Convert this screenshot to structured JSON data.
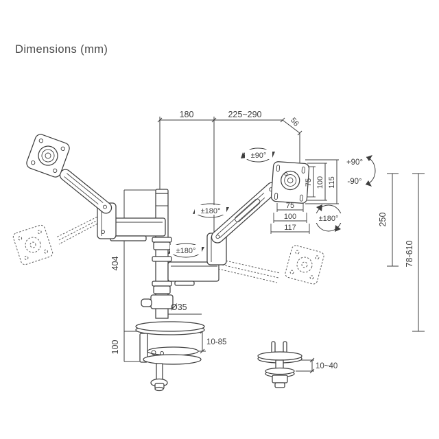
{
  "title": "Dimensions (mm)",
  "colors": {
    "background": "#ffffff",
    "line": "#3d3d3d",
    "title_text": "#4a4a4a"
  },
  "dimensions": {
    "arm_reach_inner": "180",
    "arm_reach_outer": "225~290",
    "head_offset": "56",
    "pole_height": "404",
    "pole_diameter": "Ø35",
    "base_height": "100",
    "clamp_thickness_range": "10-85",
    "grommet_thickness_range": "10~40",
    "lift_range": "250",
    "height_range": "78-610",
    "vesa_vertical": [
      "75",
      "100",
      "115"
    ],
    "vesa_horizontal": [
      "75",
      "100",
      "117"
    ]
  },
  "rotations": {
    "head_swivel": "±90°",
    "tilt_up": "+90°",
    "tilt_down": "-90°",
    "arm_rotate_upper": "±180°",
    "arm_rotate_lower": "±180°",
    "screen_rotate": "±180°"
  }
}
